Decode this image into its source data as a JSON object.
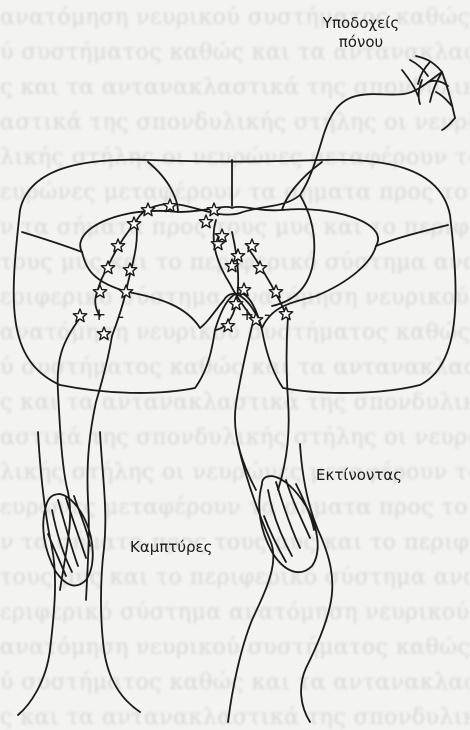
{
  "labels": {
    "pain_receptors_line1": "Υποδοχείς",
    "pain_receptors_line2": "πόνου",
    "extensors": "Εκτίνοντας",
    "flexors": "Καμπτύρες"
  },
  "synapse_signs": [
    "+",
    "-",
    "+",
    "-"
  ],
  "colors": {
    "ink": "#1a1a1a",
    "background": "#f3f3f1",
    "bleed_text": "#d9d9d6"
  }
}
